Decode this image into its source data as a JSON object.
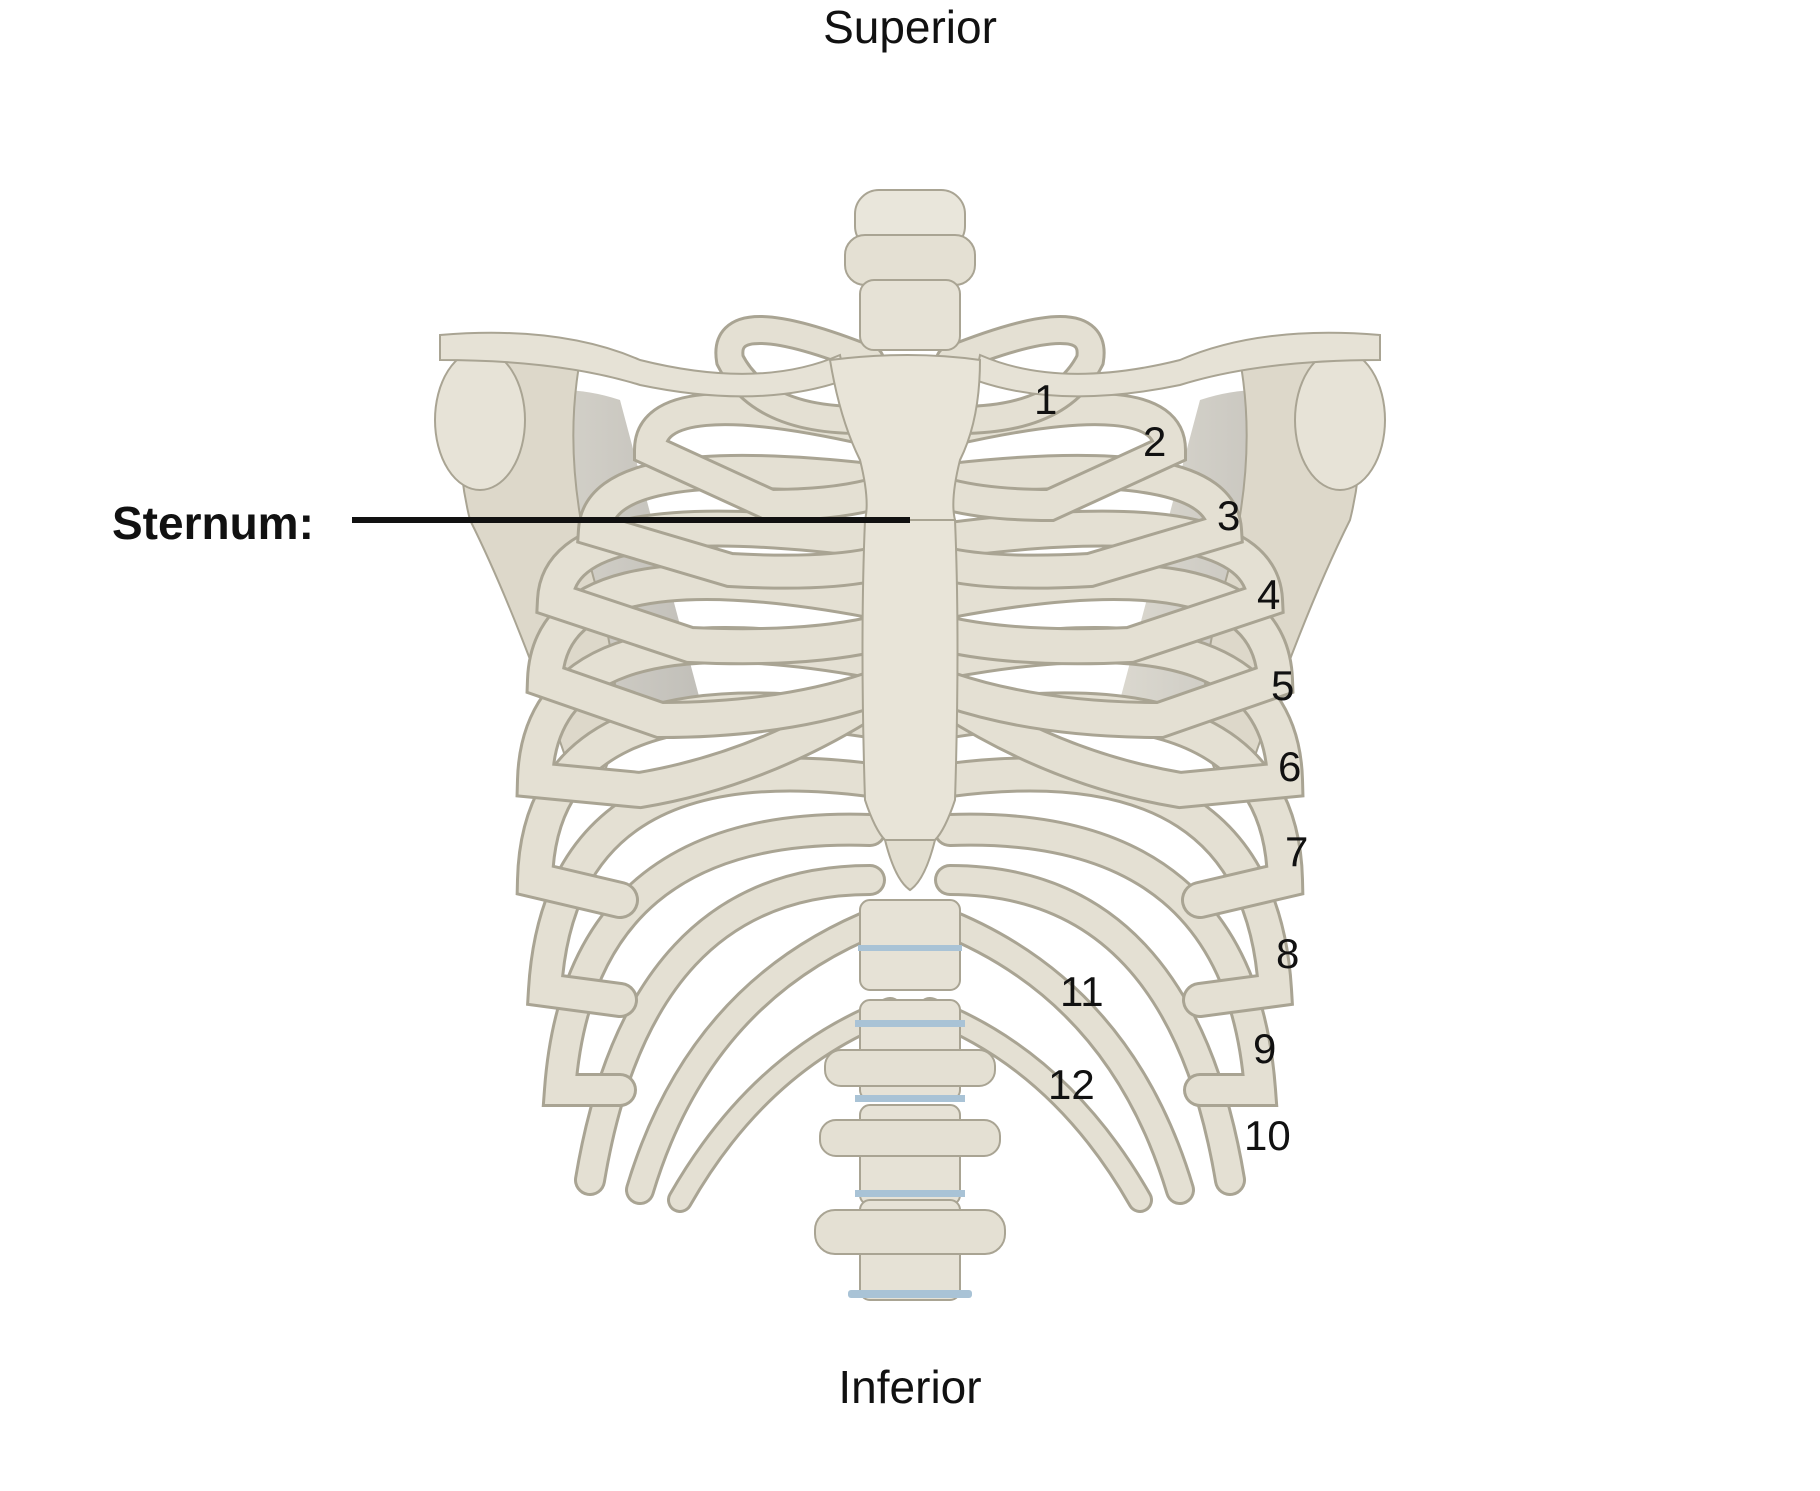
{
  "orientation": {
    "superior": "Superior",
    "inferior": "Inferior"
  },
  "label": {
    "sternum": "Sternum:"
  },
  "rib_numbers": [
    "1",
    "2",
    "3",
    "4",
    "5",
    "6",
    "7",
    "8",
    "9",
    "10",
    "11",
    "12"
  ],
  "colors": {
    "bone": "#e6e2d6",
    "bone_shadow": "#c9c4b4",
    "bone_outline": "#a9a493",
    "cartilage": "#ddd9cb",
    "disc": "#a9c3d6",
    "dark_space": "#8d8a80",
    "leader_line": "#111111"
  }
}
